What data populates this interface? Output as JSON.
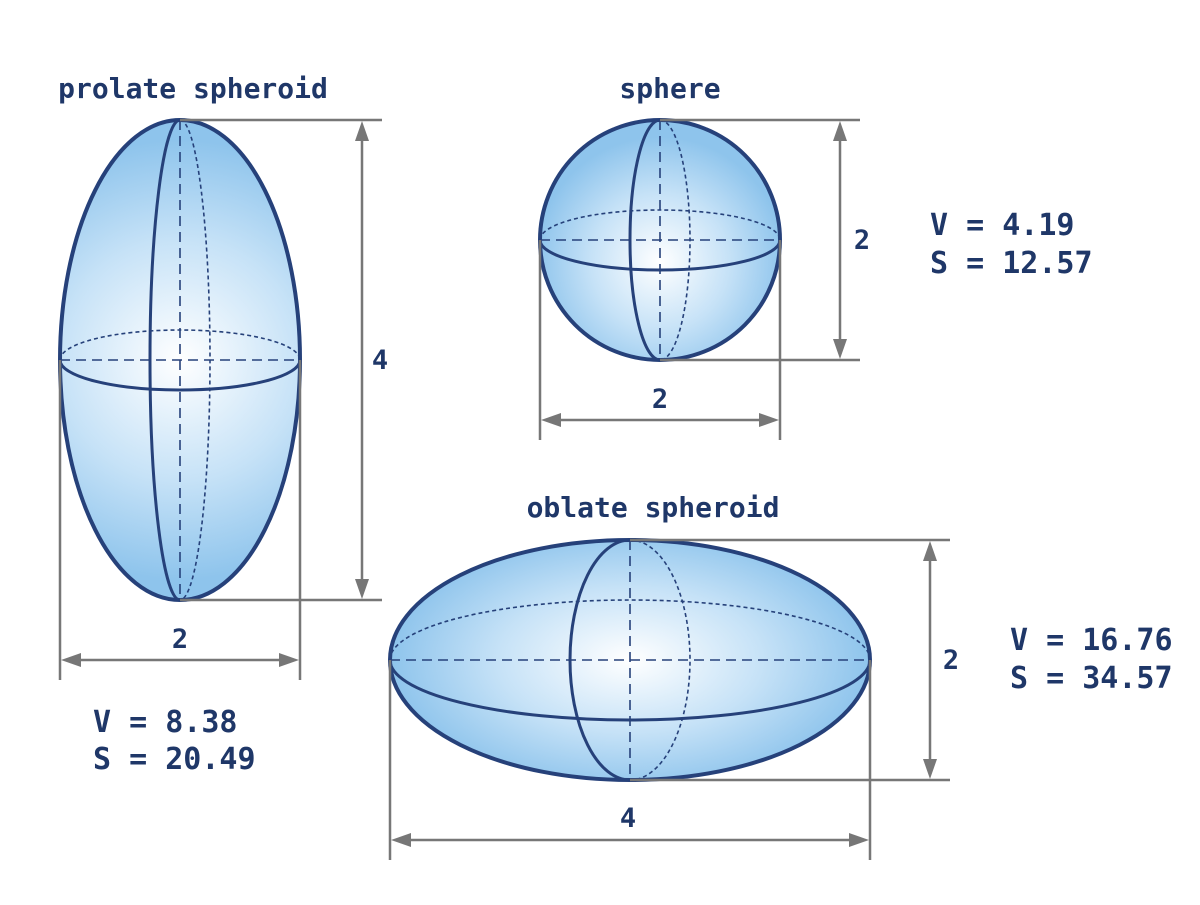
{
  "colors": {
    "outline": "#26417a",
    "text": "#1f3768",
    "dimension": "#777777",
    "fill_light": "#ffffff",
    "fill_dark": "#8ec4ec"
  },
  "prolate": {
    "title": "prolate spheroid",
    "height_label": "4",
    "width_label": "2",
    "volume": "V = 8.38",
    "surface": "S = 20.49"
  },
  "sphere": {
    "title": "sphere",
    "height_label": "2",
    "width_label": "2",
    "volume": "V = 4.19",
    "surface": "S = 12.57"
  },
  "oblate": {
    "title": "oblate spheroid",
    "height_label": "2",
    "width_label": "4",
    "volume": "V = 16.76",
    "surface": "S = 34.57"
  }
}
